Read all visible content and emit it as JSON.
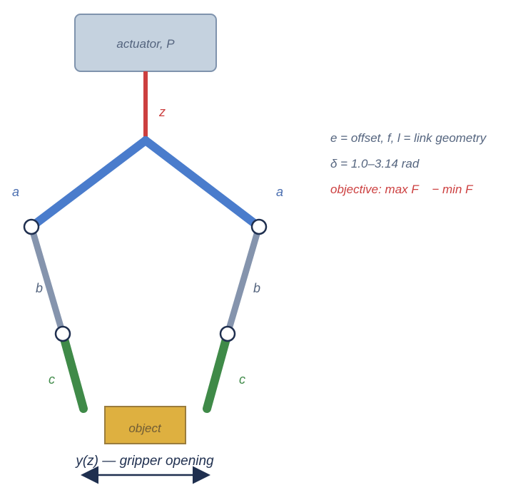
{
  "actuator": {
    "label": "actuator, P"
  },
  "object": {
    "label": "object"
  },
  "labels": {
    "z": "z",
    "a_left": "a",
    "a_right": "a",
    "b_left": "b",
    "b_right": "b",
    "c_left": "c",
    "c_right": "c"
  },
  "legend": {
    "line1": "e = offset, f, l = link geometry",
    "line2": "δ = 1.0–3.14 rad",
    "line3": "objective: max F    − min F"
  },
  "opening": {
    "label": "y(z) — gripper opening"
  },
  "colors": {
    "actuator_fill": "#c5d2df",
    "actuator_stroke": "#7f93ad",
    "actuator_text": "#55657f",
    "rod": "#cc3f3f",
    "link_a": "#4a7ccc",
    "link_b": "#8594ad",
    "link_c": "#3f8a48",
    "joint_stroke": "#1f2f4f",
    "object_fill": "#deb040",
    "object_stroke": "#9a7c3c",
    "object_text": "#705c35",
    "label_blue": "#4a6eb0",
    "label_green": "#3f8a48",
    "label_gray": "#55657f",
    "label_red": "#cc3f3f",
    "arrow": "#1f2f4f",
    "legend_text": "#55657f",
    "legend_red": "#cc3f3f"
  }
}
